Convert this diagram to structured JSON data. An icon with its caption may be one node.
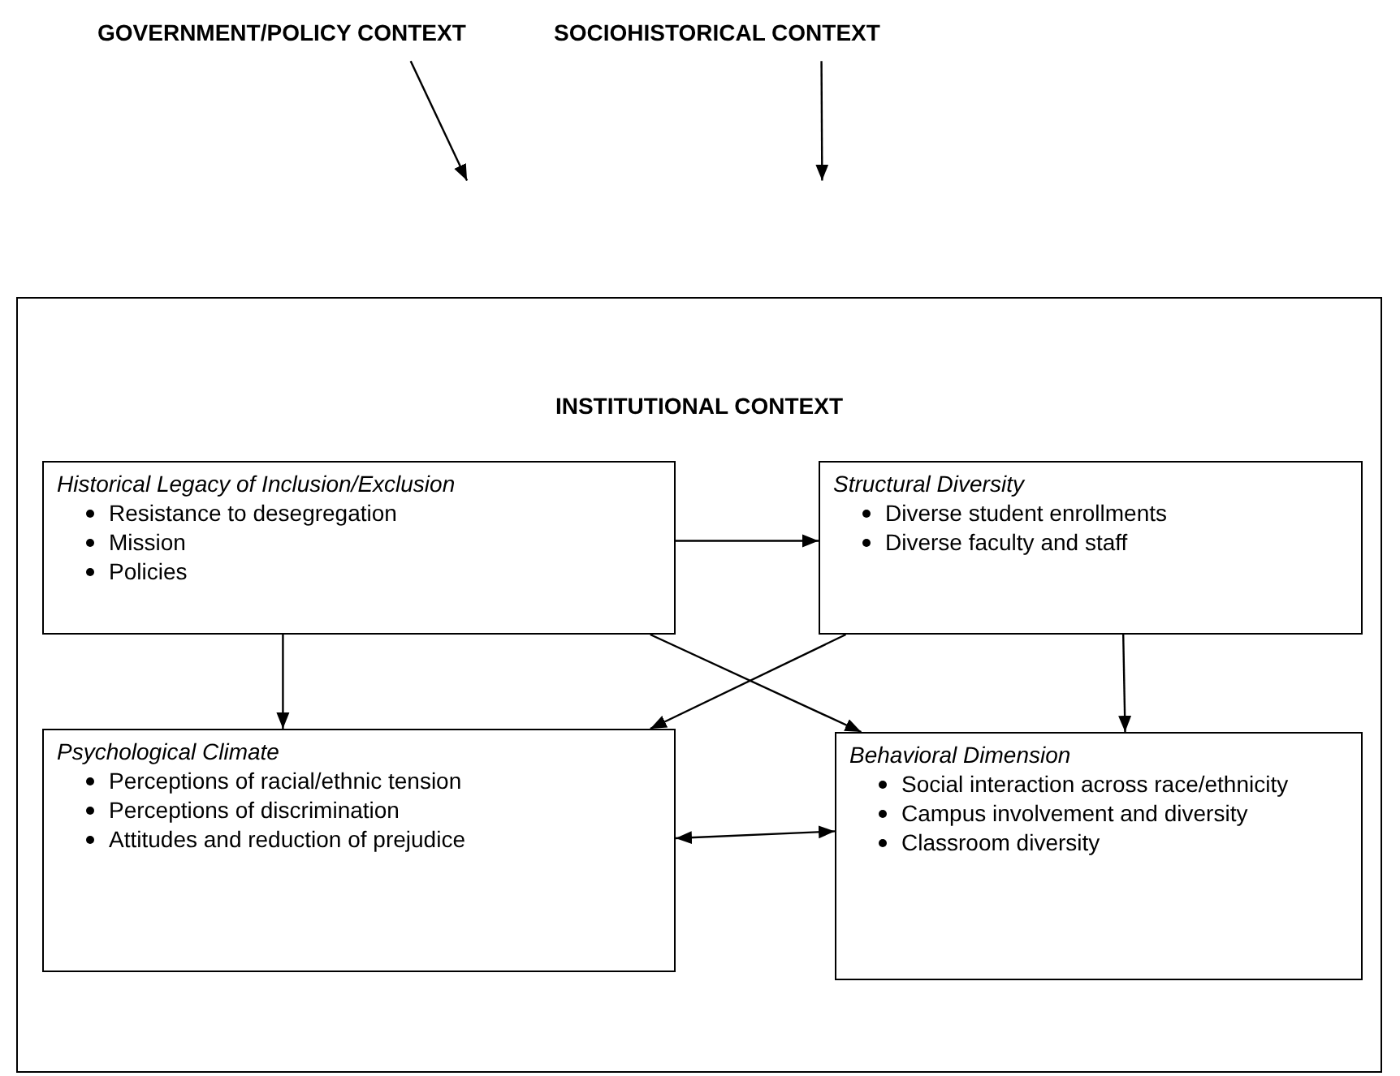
{
  "diagram": {
    "nodes": [
      {
        "text": [
          "GOVERNMENT/POLICY CONTEXT"
        ]
      },
      {
        "text": [
          "SOCIOHISTORICAL CONTEXT"
        ]
      },
      {
        "text": [
          "INSTITUTIONAL CONTEXT"
        ]
      },
      {
        "text": [
          "Historical Legacy of Inclusion/Exclusion",
          "Resistance to desegregation",
          "Mission",
          "Policies"
        ],
        "in": 2
      },
      {
        "text": [
          "Structural Diversity",
          "Diverse student enrollments",
          "Diverse faculty and staff"
        ],
        "in": 2
      },
      {
        "text": [
          "Psychological Climate",
          "Perceptions of racial/ethnic tension",
          "Perceptions of discrimination",
          "Attitudes and reduction of prejudice"
        ],
        "in": 2
      },
      {
        "text": [
          "Behavioral Dimension",
          "Social interaction across race/ethnicity",
          "Campus involvement and diversity",
          "Classroom diversity"
        ],
        "in": 2
      }
    ],
    "edges": [
      {
        "from": 0,
        "to": 2,
        "arrow": "to"
      },
      {
        "from": 1,
        "to": 2,
        "arrow": "to"
      },
      {
        "from": 3,
        "to": 4,
        "arrow": "to"
      },
      {
        "from": 3,
        "to": 5,
        "arrow": "to"
      },
      {
        "from": 3,
        "to": 6,
        "arrow": "to"
      },
      {
        "from": 4,
        "to": 5,
        "arrow": "to"
      },
      {
        "from": 4,
        "to": 6,
        "arrow": "to"
      },
      {
        "from": 5,
        "to": 6,
        "arrow": "both"
      }
    ]
  }
}
